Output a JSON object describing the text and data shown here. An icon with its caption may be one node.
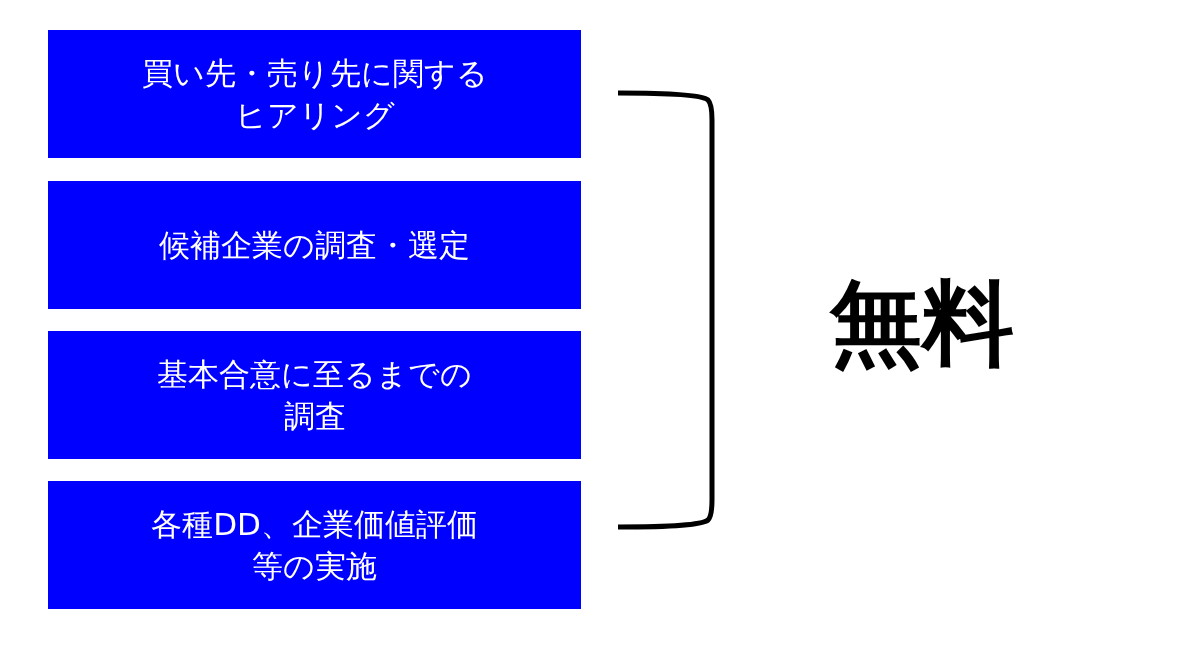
{
  "diagram": {
    "nodes": [
      {
        "text": [
          "買い先・売り先に関するヒアリング"
        ]
      },
      {
        "text": [
          "候補企業の調査・選定"
        ]
      },
      {
        "text": [
          "基本合意に至るまでの調査"
        ]
      },
      {
        "text": [
          "各種DD、企業価値評価等の実施"
        ]
      }
    ],
    "labels": [
      "無料"
    ]
  }
}
